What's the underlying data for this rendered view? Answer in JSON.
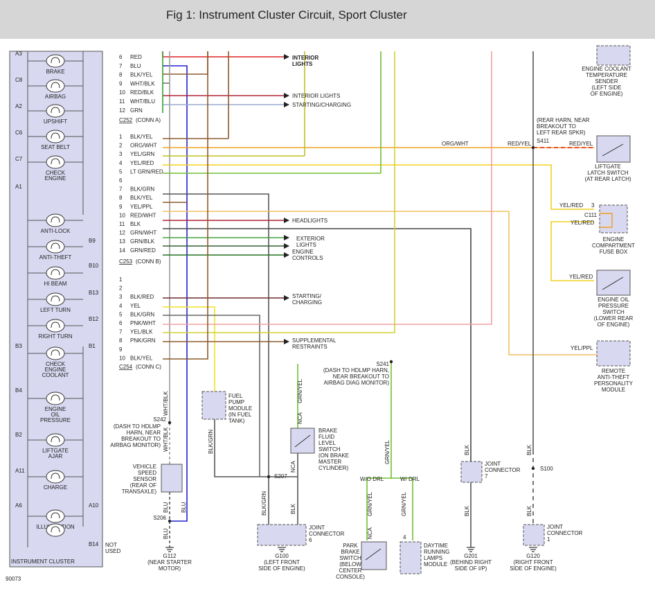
{
  "figure_title": "Fig 1: Instrument Cluster Circuit, Sport Cluster",
  "figure_number": "90073",
  "cluster": {
    "label": "INSTRUMENT CLUSTER",
    "lamps": [
      "BRAKE",
      "AIRBAG",
      "UPSHIFT",
      "SEAT BELT",
      "CHECK",
      "ENGINE",
      "ANTI-LOCK",
      "ANTI-THEFT",
      "HI BEAM",
      "LEFT TURN",
      "RIGHT TURN"
    ],
    "gauges": [
      "CHECK",
      "ENGINE",
      "COOLANT",
      "ENGINE",
      "OIL",
      "PRESSURE",
      "LIFTGATE",
      "AJAR",
      "CHARGE",
      "ILLUMINATION"
    ],
    "pins": [
      "A3",
      "C8",
      "A2",
      "C6",
      "C7",
      "A1",
      "B9",
      "B10",
      "B13",
      "B12",
      "B3",
      "B1",
      "B4",
      "B2",
      "A11",
      "A6",
      "A10",
      "B14"
    ],
    "not_used": [
      "NOT",
      "USED"
    ]
  },
  "connectors": {
    "conn_a": {
      "name": "C252",
      "suffix": "(CONN A)",
      "pins": [
        "6",
        "7",
        "8",
        "9",
        "10",
        "11",
        "12"
      ],
      "wires": [
        "RED",
        "BLU",
        "BLK/YEL",
        "WHT/BLK",
        "RED/BLK",
        "WHT/BLU",
        "GRN"
      ]
    },
    "conn_b": {
      "name": "C253",
      "suffix": "(CONN B)",
      "pins": [
        "1",
        "2",
        "3",
        "4",
        "5",
        "6",
        "7",
        "8",
        "9",
        "10",
        "11",
        "12",
        "13",
        "14"
      ],
      "wires": [
        "BLK/YEL",
        "ORG/WHT",
        "YEL/GRN",
        "YEL/RED",
        "LT GRN/RED",
        "",
        "BLK/GRN",
        "BLK/YEL",
        "YEL/PPL",
        "RED/WHT",
        "BLK",
        "GRN/WHT",
        "GRN/BLK",
        "GRN/RED"
      ]
    },
    "conn_c": {
      "name": "C254",
      "suffix": "(CONN C)",
      "pins": [
        "1",
        "2",
        "3",
        "4",
        "5",
        "6",
        "7",
        "8",
        "9",
        "10"
      ],
      "wires": [
        "",
        "",
        "BLK/RED",
        "YEL",
        "BLK/GRN",
        "PNK/WHT",
        "YEL/BLK",
        "PNK/GRN",
        "",
        "BLK/YEL"
      ]
    }
  },
  "destinations": {
    "interior_lights_1": [
      "INTERIOR",
      "LIGHTS"
    ],
    "interior_lights_2": "INTERIOR LIGHTS",
    "starting_charging_1": "STARTING/CHARGING",
    "headlights": "HEADLIGHTS",
    "exterior_lights": [
      "EXTERIOR",
      "LIGHTS"
    ],
    "engine_controls": [
      "ENGINE",
      "CONTROLS"
    ],
    "starting_charging_2": [
      "STARTING/",
      "CHARGING"
    ],
    "supplemental_restraints": [
      "SUPPLEMENTAL",
      "RESTRAINTS"
    ]
  },
  "components": {
    "coolant_sender": [
      "ENGINE COOLANT",
      "TEMPERATURE",
      "SENDER",
      "(LEFT SIDE",
      "OF ENGINE)"
    ],
    "liftgate_switch": [
      "LIFTGATE",
      "LATCH SWITCH",
      "(AT REAR LATCH)"
    ],
    "fuse_box": [
      "ENGINE",
      "COMPARTMENT",
      "FUSE BOX"
    ],
    "oil_switch": [
      "ENGINE OIL",
      "PRESSURE",
      "SWITCH",
      "(LOWER REAR",
      "OF ENGINE)"
    ],
    "anti_theft_module": [
      "REMOTE",
      "ANTI-THEFT",
      "PERSONALITY",
      "MODULE"
    ],
    "fuel_pump": [
      "FUEL",
      "PUMP",
      "MODULE",
      "(IN FUEL",
      "TANK)"
    ],
    "brake_fluid_switch": [
      "BRAKE",
      "FLUID",
      "LEVEL",
      "SWITCH",
      "(ON BRAKE",
      "MASTER",
      "CYLINDER)"
    ],
    "vss": [
      "VEHICLE",
      "SPEED",
      "SENSOR",
      "(REAR OF",
      "TRANSAXLE)"
    ],
    "park_brake_switch": [
      "PARK",
      "BRAKE",
      "SWITCH",
      "(BELOW",
      "CENTER",
      "CONSOLE)"
    ],
    "drl_module": [
      "DAYTIME",
      "RUNNING",
      "LAMPS",
      "MODULE"
    ],
    "joint_connector_6": [
      "JOINT",
      "CONNECTOR",
      "6"
    ],
    "joint_connector_7": [
      "JOINT",
      "CONNECTOR",
      "7"
    ],
    "joint_connector_1": [
      "JOINT",
      "CONNECTOR",
      "1"
    ]
  },
  "splices": {
    "s411_note": [
      "(REAR HARN, NEAR",
      "BREAKOUT TO",
      "LEFT REAR SPKR)"
    ],
    "s411": "S411",
    "s241": "S241",
    "s241_note": [
      "(DASH TO HDLMP HARN,",
      "NEAR BREAKOUT TO",
      "AIRBAG DIAG MONITOR)"
    ],
    "s242": "S242",
    "s242_note": [
      "(DASH TO HDLMP",
      "HARN, NEAR",
      "BREAKOUT TO",
      "AIRBAG MONITOR)"
    ],
    "s207": "S207",
    "s206": "S206",
    "s100": "S100",
    "c111": "C111"
  },
  "grounds": {
    "g112": [
      "G112",
      "(NEAR STARTER",
      "MOTOR)"
    ],
    "g100": [
      "G100",
      "(LEFT FRONT",
      "SIDE OF ENGINE)"
    ],
    "g201": [
      "G201",
      "(BEHIND RIGHT",
      "SIDE OF I/P)"
    ],
    "g120": [
      "G120",
      "(RIGHT FRONT",
      "SIDE OF ENGINE)"
    ]
  },
  "wire_labels": {
    "org_wht": "ORG/WHT",
    "red_yel": "RED/YEL",
    "yel_red": "YEL/RED",
    "yel_ppl": "YEL/PPL",
    "wht_blk": "WHT/BLK",
    "blk_grn": "BLK/GRN",
    "grn_yel": "GRN/YEL",
    "nca": "NCA",
    "blk": "BLK",
    "blu": "BLU",
    "wo_drl": "W/O DRL",
    "w_drl": "W/ DRL",
    "pin_4": "4",
    "pin_3": "3"
  },
  "colors": {
    "red": "#e02020",
    "blue": "#2020d0",
    "green": "#30a030",
    "yellow": "#f0e020",
    "orange": "#f0a020",
    "pink": "#f4a0a0",
    "brown": "#8b5a2b",
    "gray": "#999999",
    "lightgreen": "#70c030",
    "black": "#333333",
    "panel": "#d8d8f0"
  }
}
